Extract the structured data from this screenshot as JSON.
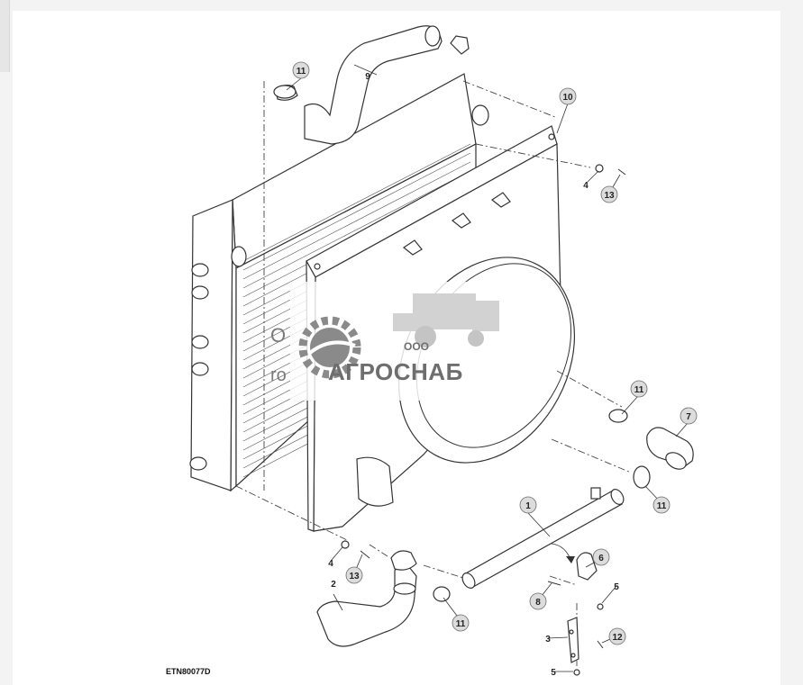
{
  "diagram": {
    "figure_code": "ETN80077D",
    "callouts": {
      "c1": "1",
      "c2": "2",
      "c3": "3",
      "c4a": "4",
      "c4b": "4",
      "c5a": "5",
      "c5b": "5",
      "c6": "6",
      "c7": "7",
      "c8": "8",
      "c9": "9",
      "c10": "10",
      "c11a": "11",
      "c11b": "11",
      "c11c": "11",
      "c11d": "11",
      "c12": "12",
      "c13a": "13",
      "c13b": "13"
    }
  },
  "watermark": {
    "company_prefix": "ООО",
    "brand": "АГРОСНАБ",
    "clipped_line1": "О",
    "clipped_line2": "ro"
  }
}
